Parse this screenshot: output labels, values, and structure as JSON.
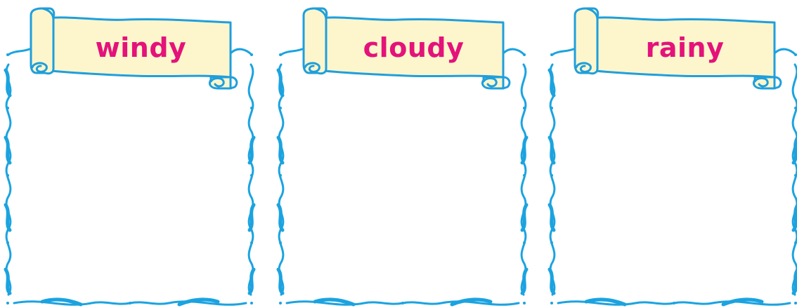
{
  "colors": {
    "frame": "#1ba3e0",
    "banner_fill": "#fdf6cc",
    "banner_stroke": "#1f9fdc",
    "label": "#e4127a"
  },
  "panels": [
    {
      "label": "windy",
      "icon": "scroll-banner"
    },
    {
      "label": "cloudy",
      "icon": "scroll-banner"
    },
    {
      "label": "rainy",
      "icon": "scroll-banner"
    }
  ]
}
